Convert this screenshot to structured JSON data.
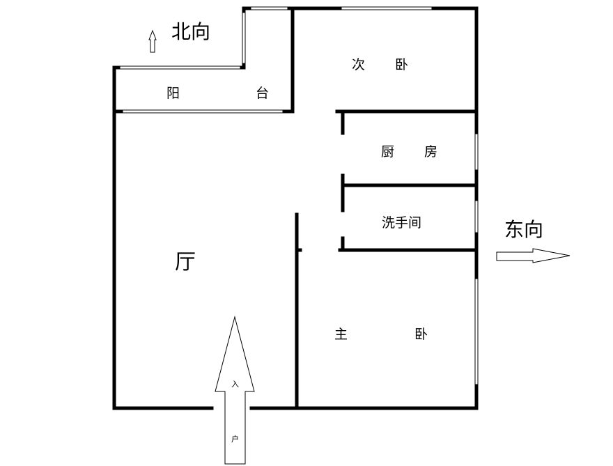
{
  "compass": {
    "north": "北向",
    "east": "东向"
  },
  "rooms": {
    "balcony_1": "阳",
    "balcony_2": "台",
    "second_bedroom_1": "次",
    "second_bedroom_2": "卧",
    "kitchen_1": "厨",
    "kitchen_2": "房",
    "bathroom": "洗手间",
    "living_room": "厅",
    "master_bedroom_1": "主",
    "master_bedroom_2": "卧"
  },
  "entrance": {
    "char_1": "入",
    "char_2": "户"
  },
  "colors": {
    "wall": "#000000",
    "background": "#ffffff"
  }
}
